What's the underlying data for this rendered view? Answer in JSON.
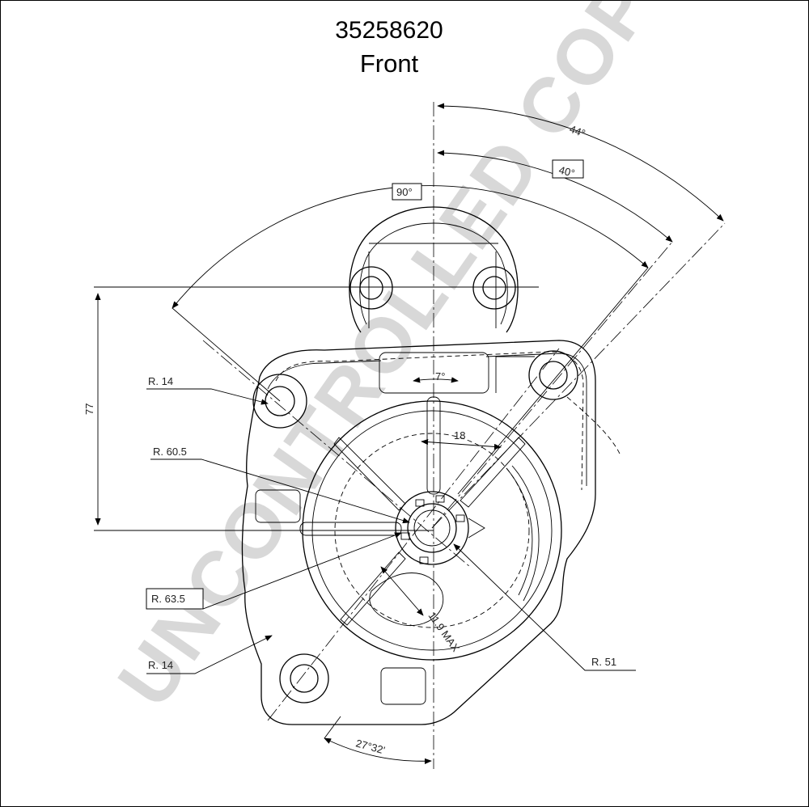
{
  "header": {
    "part_number": "35258620",
    "view": "Front"
  },
  "watermark": "UNCONTROLLED COPY",
  "dimensions": {
    "angle_44": "44°",
    "angle_40": "40°",
    "angle_90": "90°",
    "angle_7": "7°",
    "angle_27": "27°32'",
    "dim_77": "77",
    "dim_18": "18",
    "dim_11_9": "11.9 MAX",
    "radius_14_top": "R. 14",
    "radius_60_5": "R. 60.5",
    "radius_63_5": "R. 63.5",
    "radius_14_bottom": "R. 14",
    "radius_51": "R. 51"
  },
  "colors": {
    "line": "#000000",
    "watermark": "#d8d8d8"
  }
}
